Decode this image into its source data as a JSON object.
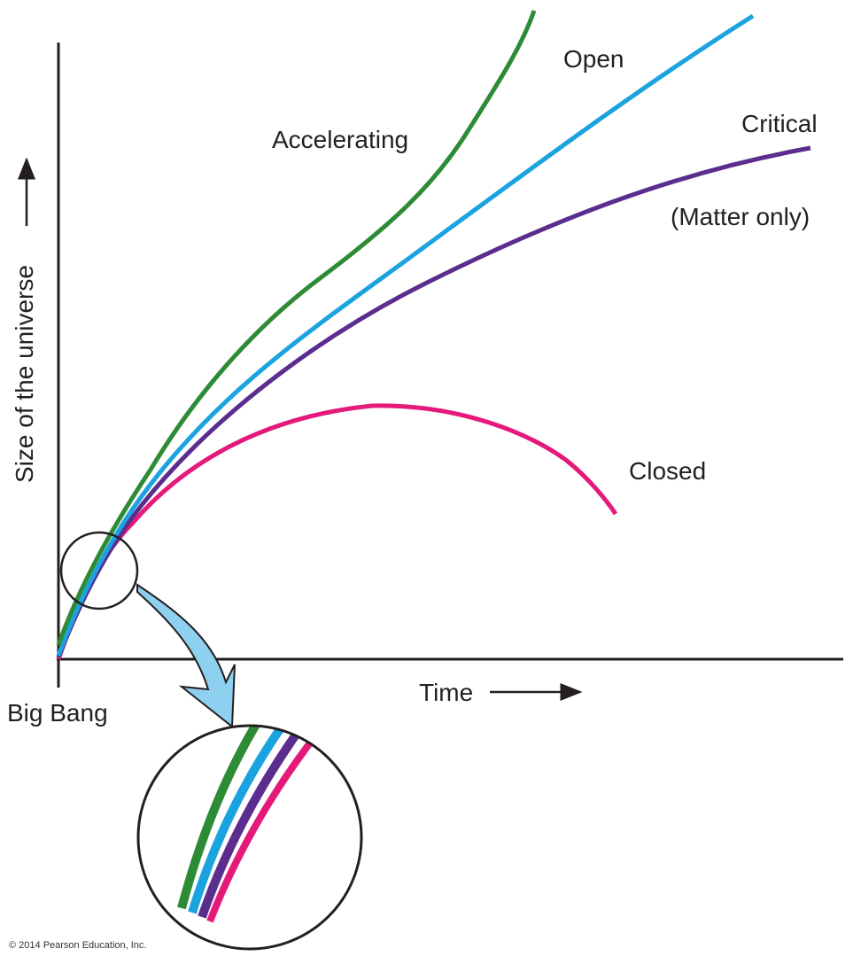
{
  "axes": {
    "y_label": "Size of the universe",
    "x_label": "Time",
    "origin_label": "Big Bang"
  },
  "curves": [
    {
      "name": "Accelerating",
      "color": "#2e8b35"
    },
    {
      "name": "Open",
      "color": "#1ba3e0"
    },
    {
      "name": "Critical",
      "sublabel": "(Matter only)",
      "color": "#5b2d8e"
    },
    {
      "name": "Closed",
      "color": "#e5197a"
    }
  ],
  "inset": {
    "arrow_color": "#8ed0f0"
  },
  "copyright": "© 2014 Pearson Education, Inc."
}
